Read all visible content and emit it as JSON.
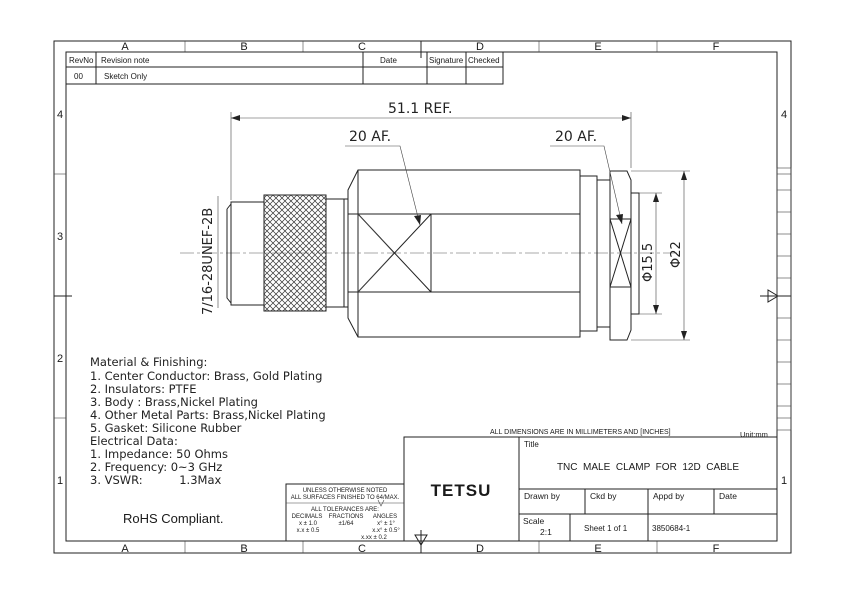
{
  "zones": {
    "columns": [
      "A",
      "B",
      "C",
      "D",
      "E",
      "F"
    ],
    "rows": [
      "4",
      "3",
      "2",
      "1"
    ]
  },
  "revision_table": {
    "headers": {
      "rev": "RevNo",
      "note": "Revision note",
      "date": "Date",
      "signature": "Signature",
      "checked": "Checked"
    },
    "row": {
      "rev": "00",
      "note": "Sketch Only",
      "date": "",
      "signature": "",
      "checked": ""
    }
  },
  "dimensions": {
    "overall_length": "51.1 REF.",
    "hex_left": "20 AF.",
    "hex_right": "20 AF.",
    "thread": "7/16-28UNEF-2B",
    "dia_inner": "Φ15.5",
    "dia_outer": "Φ22"
  },
  "materials": [
    "Material & Finishing:",
    "1. Center Conductor: Brass, Gold Plating",
    "2. Insulators: PTFE",
    "3. Body : Brass,Nickel Plating",
    "4. Other Metal Parts: Brass,Nickel Plating",
    "5. Gasket: Silicone Rubber",
    "Electrical Data:",
    "1. Impedance: 50 Ohms",
    "2. Frequency: 0~3 GHz",
    "3. VSWR:          1.3Max"
  ],
  "rohs": "RoHS Compliant.",
  "tolerance": {
    "line1": "UNLESS OTHERWISE NOTED",
    "line2": "ALL SURFACES FINISHED TO 64/MAX.",
    "line3": "ALL TOLERANCES ARE:",
    "h_decimals": "DECIMALS",
    "h_fractions": "FRACTIONS",
    "h_angles": "ANGLES",
    "dec1": "x  ±  1.0",
    "dec2": "x.x  ±  0.5",
    "frac": "±1/64",
    "ang1": "x°  ±  1°",
    "ang2": "x.x°  ±  0.5°",
    "ang3": "x.xx  ±  0.2"
  },
  "title_block": {
    "units_note": "ALL DIMENSIONS ARE IN MILLIMETERS AND [INCHES]",
    "unit": "Unit:mm",
    "company": "TETSU",
    "title_label": "Title",
    "title": "TNC  MALE  CLAMP  FOR  12D  CABLE",
    "drawn_by": "Drawn by",
    "ckd_by": "Ckd by",
    "appd_by": "Appd by",
    "date": "Date",
    "scale_label": "Scale",
    "scale": "2:1",
    "sheet": "Sheet 1 of 1",
    "part_no": "3850684-1"
  }
}
